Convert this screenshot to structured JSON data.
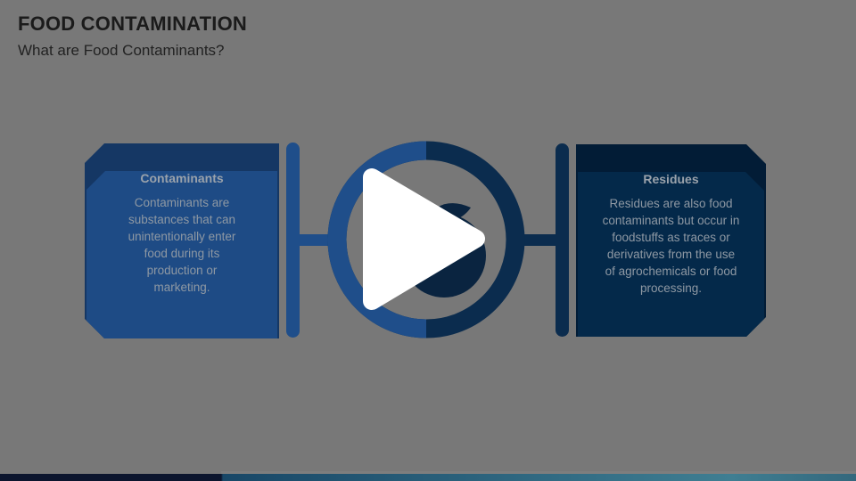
{
  "slide": {
    "title": "FOOD CONTAMINATION",
    "subtitle": "What are Food Contaminants?",
    "panels": [
      {
        "id": "contaminants",
        "title": "Contaminants",
        "body_lines": [
          "Contaminants are",
          "substances that can",
          "unintentionally enter",
          "food during its",
          "production or",
          "marketing."
        ]
      },
      {
        "id": "residues",
        "title": "Residues",
        "body_lines": [
          "Residues are also food",
          "contaminants but occur in",
          "foodstuffs as traces or",
          "derivatives from the use",
          "of agrochemicals or food",
          "processing."
        ]
      }
    ]
  },
  "icons": {
    "play": "play-icon",
    "center_shape": "apple-icon"
  },
  "colors": {
    "overlay_background": "#787878",
    "panel_left_blue": "#1e4b85",
    "panel_right_navy": "#04294a",
    "accent_left": "#1f4e8a",
    "accent_right": "#0b2c4e",
    "apple_silhouette": "#0a2440",
    "panel_title_text": "#9aa2ab",
    "panel_body_text": "#8e98a3",
    "slide_text": "#1b1b1b",
    "footer_navy": "#0c152e",
    "footer_teal_start": "#184767",
    "footer_teal_end": "#3f7e92",
    "play_triangle": "#ffffff"
  }
}
